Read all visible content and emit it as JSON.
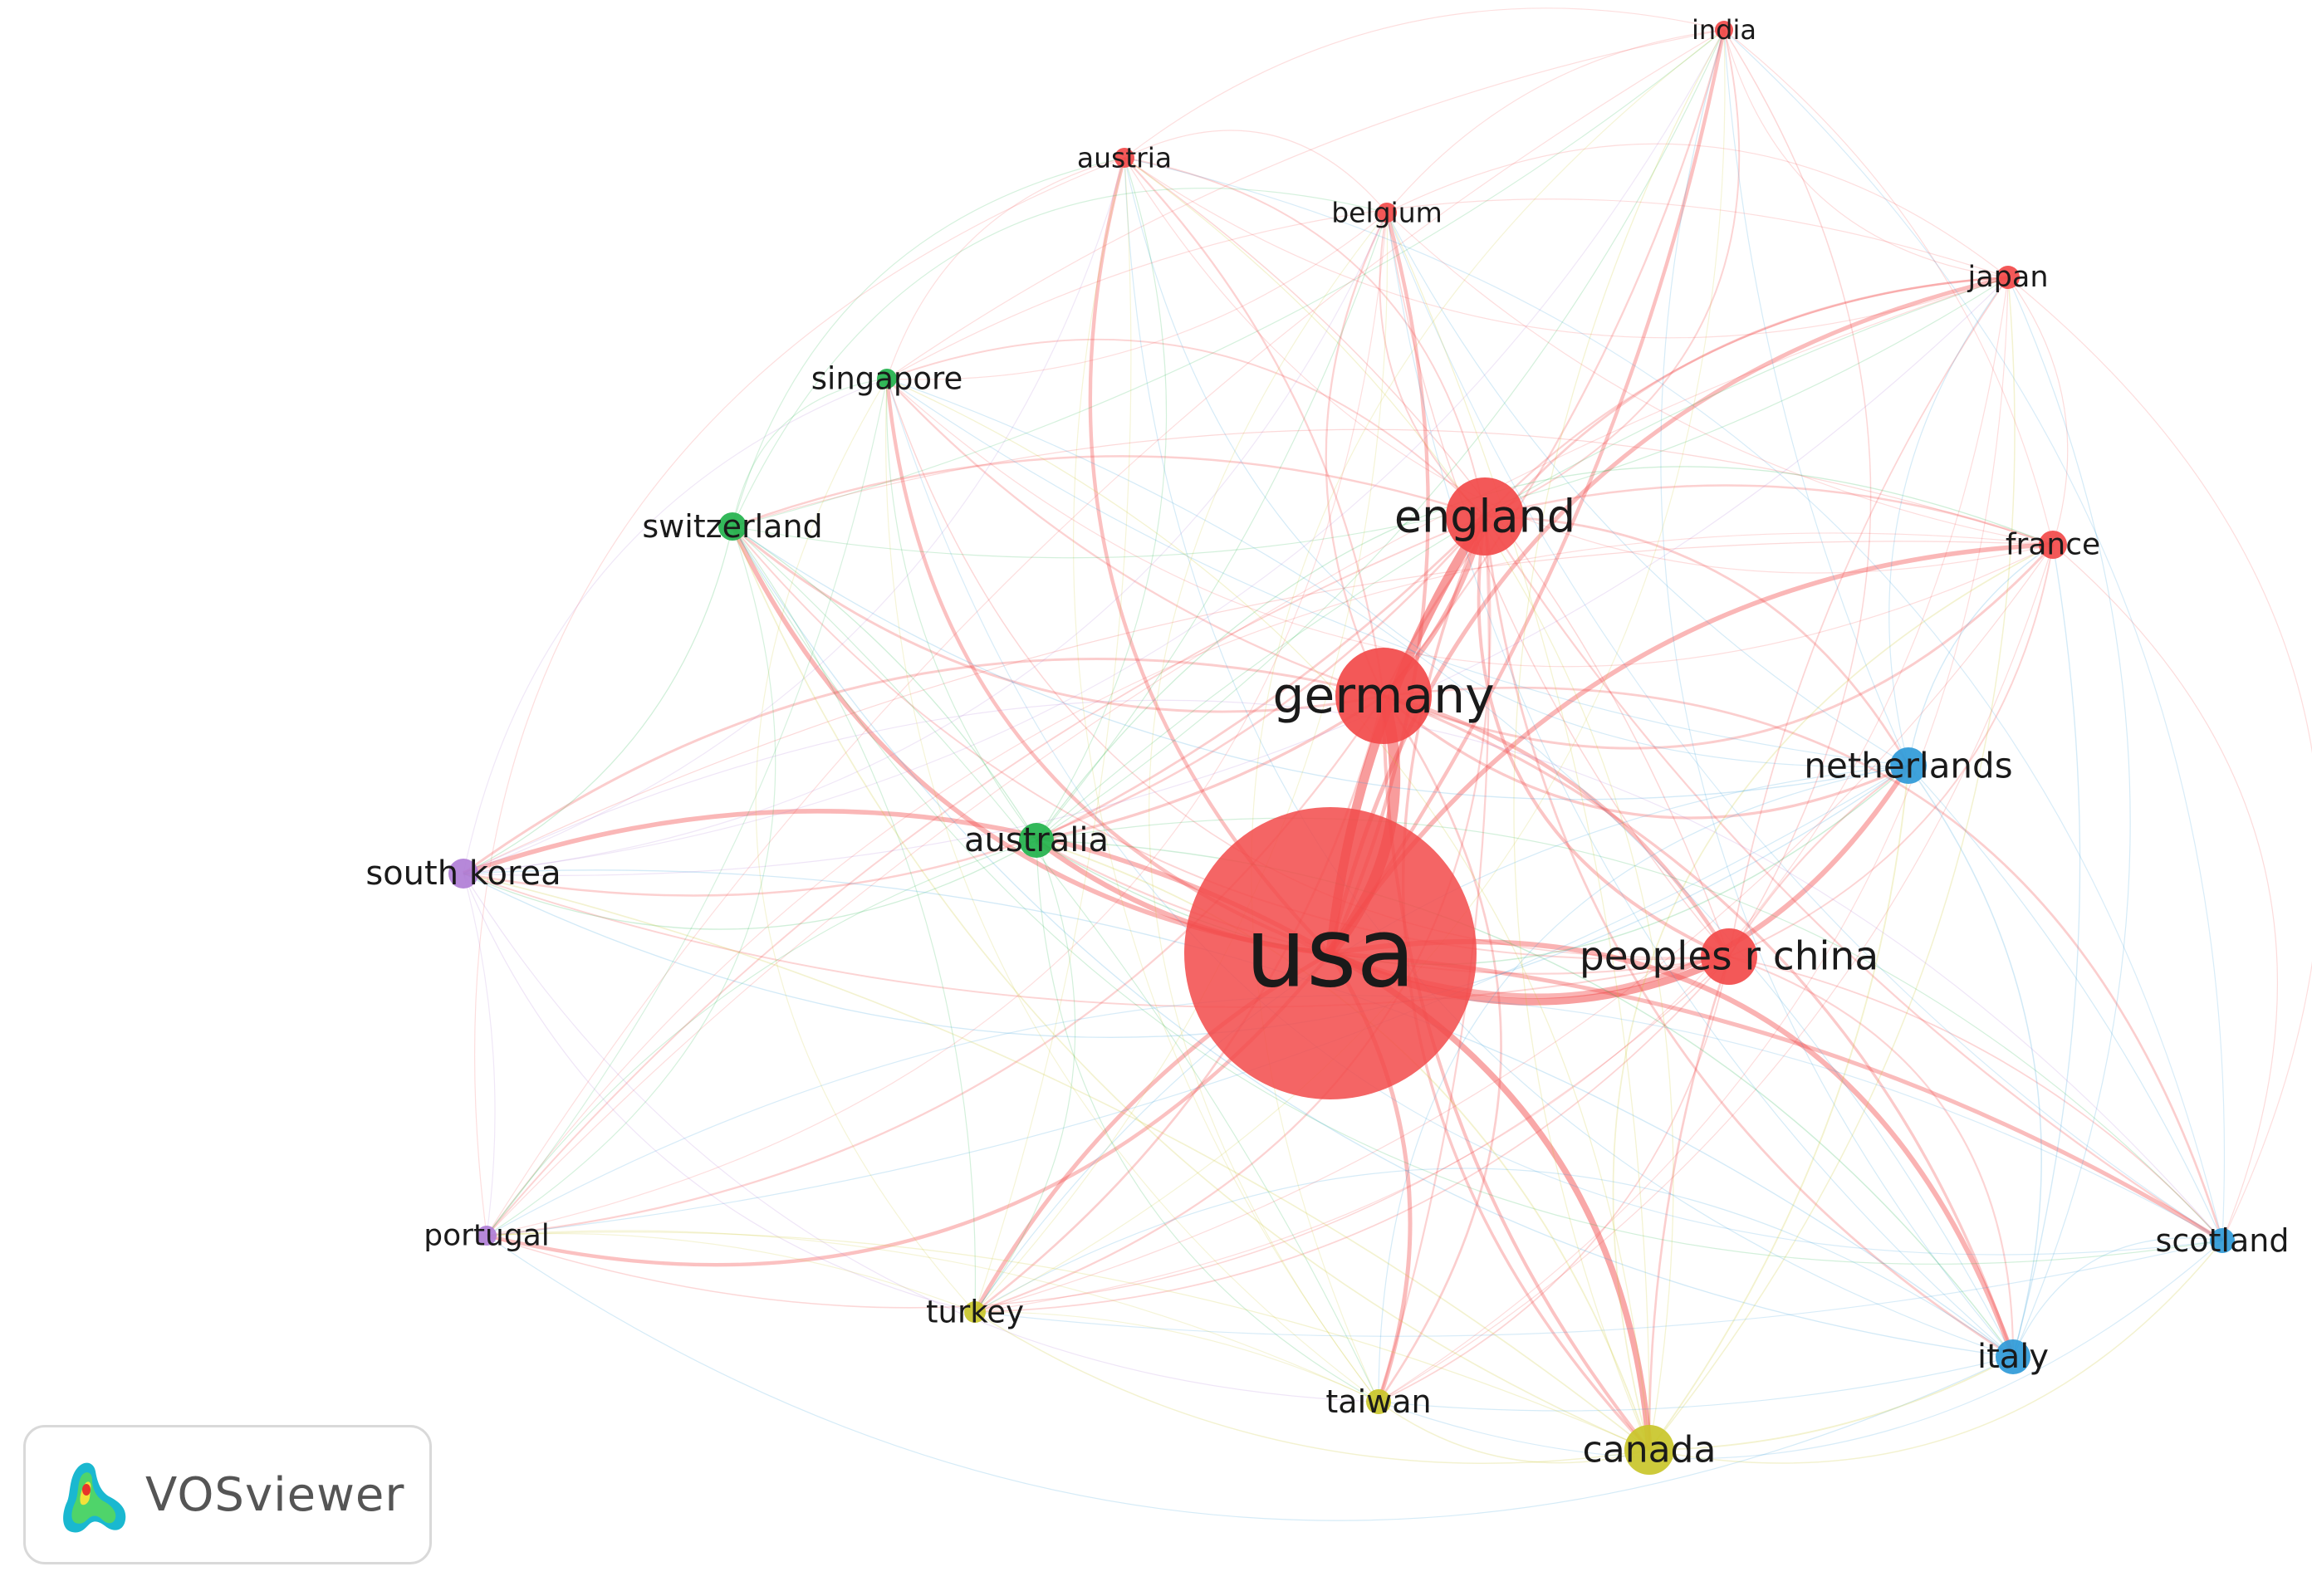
{
  "app": {
    "name": "VOSviewer"
  },
  "colors": {
    "red": "#f24a4a",
    "green": "#22b24c",
    "blue": "#2f9ad8",
    "yellow": "#c9c62a",
    "purple": "#b07ed6"
  },
  "nodes": [
    {
      "id": "usa",
      "label": "usa",
      "cluster": "red",
      "weight": 100
    },
    {
      "id": "germany",
      "label": "germany",
      "cluster": "red",
      "weight": 28
    },
    {
      "id": "england",
      "label": "england",
      "cluster": "red",
      "weight": 20
    },
    {
      "id": "china",
      "label": "peoples r china",
      "cluster": "red",
      "weight": 12
    },
    {
      "id": "india",
      "label": "india",
      "cluster": "red",
      "weight": 3
    },
    {
      "id": "austria",
      "label": "austria",
      "cluster": "red",
      "weight": 3
    },
    {
      "id": "belgium",
      "label": "belgium",
      "cluster": "red",
      "weight": 3
    },
    {
      "id": "japan",
      "label": "japan",
      "cluster": "red",
      "weight": 4
    },
    {
      "id": "france",
      "label": "france",
      "cluster": "red",
      "weight": 5
    },
    {
      "id": "singapore",
      "label": "singapore",
      "cluster": "green",
      "weight": 3
    },
    {
      "id": "switzerland",
      "label": "switzerland",
      "cluster": "green",
      "weight": 5
    },
    {
      "id": "australia",
      "label": "australia",
      "cluster": "green",
      "weight": 6
    },
    {
      "id": "netherlands",
      "label": "netherlands",
      "cluster": "blue",
      "weight": 6
    },
    {
      "id": "scotland",
      "label": "scotland",
      "cluster": "blue",
      "weight": 4
    },
    {
      "id": "italy",
      "label": "italy",
      "cluster": "blue",
      "weight": 6
    },
    {
      "id": "south_korea",
      "label": "south korea",
      "cluster": "purple",
      "weight": 5
    },
    {
      "id": "portugal",
      "label": "portugal",
      "cluster": "purple",
      "weight": 3
    },
    {
      "id": "turkey",
      "label": "turkey",
      "cluster": "yellow",
      "weight": 4
    },
    {
      "id": "taiwan",
      "label": "taiwan",
      "cluster": "yellow",
      "weight": 4
    },
    {
      "id": "canada",
      "label": "canada",
      "cluster": "yellow",
      "weight": 9
    }
  ]
}
